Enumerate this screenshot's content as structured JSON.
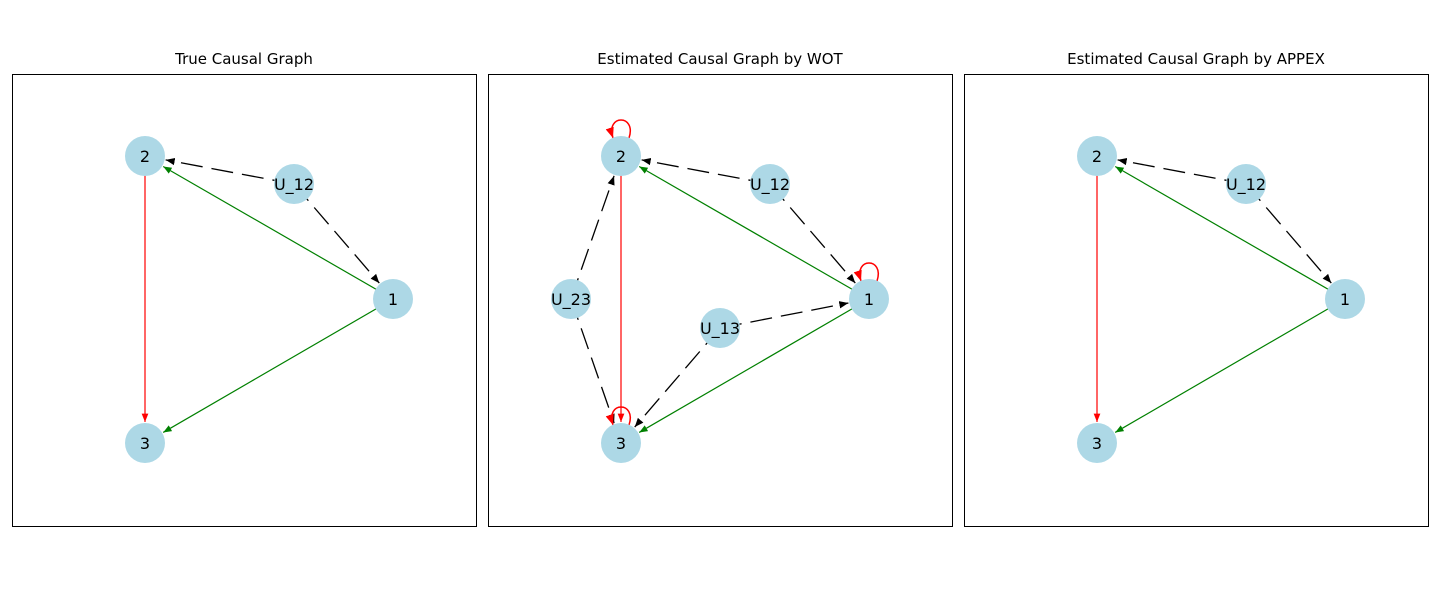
{
  "panels": [
    {
      "title": "True Causal Graph",
      "nodes": [
        {
          "id": "1",
          "label": "1"
        },
        {
          "id": "2",
          "label": "2"
        },
        {
          "id": "3",
          "label": "3"
        },
        {
          "id": "U_12",
          "label": "U_12"
        }
      ],
      "edges": [
        {
          "from": "U_12",
          "to": "2",
          "style": "dashed",
          "color": "#000000"
        },
        {
          "from": "U_12",
          "to": "1",
          "style": "dashed",
          "color": "#000000"
        },
        {
          "from": "1",
          "to": "2",
          "style": "solid",
          "color": "#008000"
        },
        {
          "from": "1",
          "to": "3",
          "style": "solid",
          "color": "#008000"
        },
        {
          "from": "2",
          "to": "3",
          "style": "solid",
          "color": "#ff0000"
        }
      ]
    },
    {
      "title": "Estimated Causal Graph by WOT",
      "nodes": [
        {
          "id": "1",
          "label": "1"
        },
        {
          "id": "2",
          "label": "2"
        },
        {
          "id": "3",
          "label": "3"
        },
        {
          "id": "U_12",
          "label": "U_12"
        },
        {
          "id": "U_23",
          "label": "U_23"
        },
        {
          "id": "U_13",
          "label": "U_13"
        }
      ],
      "edges": [
        {
          "from": "U_12",
          "to": "2",
          "style": "dashed",
          "color": "#000000"
        },
        {
          "from": "U_12",
          "to": "1",
          "style": "dashed",
          "color": "#000000"
        },
        {
          "from": "U_23",
          "to": "2",
          "style": "dashed",
          "color": "#000000"
        },
        {
          "from": "U_23",
          "to": "3",
          "style": "dashed",
          "color": "#000000"
        },
        {
          "from": "U_13",
          "to": "1",
          "style": "dashed",
          "color": "#000000"
        },
        {
          "from": "U_13",
          "to": "3",
          "style": "dashed",
          "color": "#000000"
        },
        {
          "from": "1",
          "to": "2",
          "style": "solid",
          "color": "#008000"
        },
        {
          "from": "1",
          "to": "3",
          "style": "solid",
          "color": "#008000"
        },
        {
          "from": "2",
          "to": "3",
          "style": "solid",
          "color": "#ff0000"
        },
        {
          "from": "1",
          "to": "1",
          "style": "solid",
          "color": "#ff0000"
        },
        {
          "from": "2",
          "to": "2",
          "style": "solid",
          "color": "#ff0000"
        },
        {
          "from": "3",
          "to": "3",
          "style": "solid",
          "color": "#ff0000"
        }
      ]
    },
    {
      "title": "Estimated Causal Graph by APPEX",
      "nodes": [
        {
          "id": "1",
          "label": "1"
        },
        {
          "id": "2",
          "label": "2"
        },
        {
          "id": "3",
          "label": "3"
        },
        {
          "id": "U_12",
          "label": "U_12"
        }
      ],
      "edges": [
        {
          "from": "U_12",
          "to": "2",
          "style": "dashed",
          "color": "#000000"
        },
        {
          "from": "U_12",
          "to": "1",
          "style": "dashed",
          "color": "#000000"
        },
        {
          "from": "1",
          "to": "2",
          "style": "solid",
          "color": "#008000"
        },
        {
          "from": "1",
          "to": "3",
          "style": "solid",
          "color": "#008000"
        },
        {
          "from": "2",
          "to": "3",
          "style": "solid",
          "color": "#ff0000"
        }
      ]
    }
  ],
  "colors": {
    "node_fill": "#add8e6",
    "frame": "#000000"
  }
}
